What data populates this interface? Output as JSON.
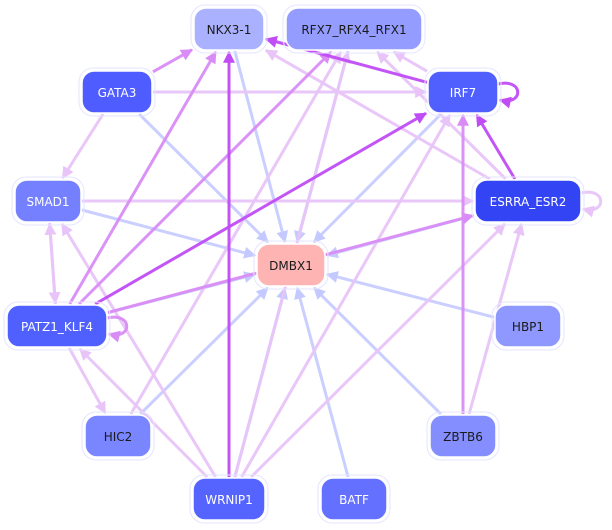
{
  "graph": {
    "type": "directed-regulatory-network",
    "nodes": [
      {
        "id": "NKX3-1",
        "label": "NKX3-1",
        "fill": "#aab2ff",
        "text_color": "#1a1a1a"
      },
      {
        "id": "RFX7_RFX4_RFX1",
        "label": "RFX7_RFX4_RFX1",
        "fill": "#949cff",
        "text_color": "#1a1a1a"
      },
      {
        "id": "GATA3",
        "label": "GATA3",
        "fill": "#4f5cff",
        "text_color": "#ffffff"
      },
      {
        "id": "IRF7",
        "label": "IRF7",
        "fill": "#5060ff",
        "text_color": "#ffffff"
      },
      {
        "id": "SMAD1",
        "label": "SMAD1",
        "fill": "#7480ff",
        "text_color": "#ffffff"
      },
      {
        "id": "ESRRA_ESR2",
        "label": "ESRRA_ESR2",
        "fill": "#3344f5",
        "text_color": "#ffffff"
      },
      {
        "id": "DMBX1",
        "label": "DMBX1",
        "fill": "#ffb4b4",
        "text_color": "#1a1a1a"
      },
      {
        "id": "PATZ1_KLF4",
        "label": "PATZ1_KLF4",
        "fill": "#5060ff",
        "text_color": "#ffffff"
      },
      {
        "id": "HBP1",
        "label": "HBP1",
        "fill": "#8e98ff",
        "text_color": "#1a1a1a"
      },
      {
        "id": "HIC2",
        "label": "HIC2",
        "fill": "#7a86ff",
        "text_color": "#1a1a1a"
      },
      {
        "id": "ZBTB6",
        "label": "ZBTB6",
        "fill": "#848eff",
        "text_color": "#1a1a1a"
      },
      {
        "id": "WRNIP1",
        "label": "WRNIP1",
        "fill": "#5564ff",
        "text_color": "#ffffff"
      },
      {
        "id": "BATF",
        "label": "BATF",
        "fill": "#6470ff",
        "text_color": "#ffffff"
      }
    ],
    "edge_colors": {
      "strong": "#c04cf5",
      "medium": "#d98cf5",
      "weak": "#e8c4f8",
      "blue": "#c4caff"
    },
    "edges": [
      {
        "from": "GATA3",
        "to": "NKX3-1",
        "kind": "medium"
      },
      {
        "from": "GATA3",
        "to": "IRF7",
        "kind": "weak"
      },
      {
        "from": "GATA3",
        "to": "DMBX1",
        "kind": "blue"
      },
      {
        "from": "GATA3",
        "to": "SMAD1",
        "kind": "weak"
      },
      {
        "from": "IRF7",
        "to": "IRF7",
        "kind": "strong"
      },
      {
        "from": "IRF7",
        "to": "NKX3-1",
        "kind": "strong"
      },
      {
        "from": "IRF7",
        "to": "RFX7_RFX4_RFX1",
        "kind": "weak"
      },
      {
        "from": "IRF7",
        "to": "DMBX1",
        "kind": "blue"
      },
      {
        "from": "ESRRA_ESR2",
        "to": "ESRRA_ESR2",
        "kind": "weak"
      },
      {
        "from": "ESRRA_ESR2",
        "to": "IRF7",
        "kind": "strong"
      },
      {
        "from": "ESRRA_ESR2",
        "to": "NKX3-1",
        "kind": "weak"
      },
      {
        "from": "ESRRA_ESR2",
        "to": "RFX7_RFX4_RFX1",
        "kind": "weak"
      },
      {
        "from": "ESRRA_ESR2",
        "to": "DMBX1",
        "kind": "blue"
      },
      {
        "from": "SMAD1",
        "to": "ESRRA_ESR2",
        "kind": "weak"
      },
      {
        "from": "SMAD1",
        "to": "DMBX1",
        "kind": "blue"
      },
      {
        "from": "SMAD1",
        "to": "PATZ1_KLF4",
        "kind": "weak"
      },
      {
        "from": "PATZ1_KLF4",
        "to": "PATZ1_KLF4",
        "kind": "medium"
      },
      {
        "from": "PATZ1_KLF4",
        "to": "SMAD1",
        "kind": "weak"
      },
      {
        "from": "PATZ1_KLF4",
        "to": "NKX3-1",
        "kind": "medium"
      },
      {
        "from": "PATZ1_KLF4",
        "to": "RFX7_RFX4_RFX1",
        "kind": "medium"
      },
      {
        "from": "PATZ1_KLF4",
        "to": "IRF7",
        "kind": "strong"
      },
      {
        "from": "PATZ1_KLF4",
        "to": "ESRRA_ESR2",
        "kind": "medium"
      },
      {
        "from": "PATZ1_KLF4",
        "to": "DMBX1",
        "kind": "blue"
      },
      {
        "from": "PATZ1_KLF4",
        "to": "HIC2",
        "kind": "weak"
      },
      {
        "from": "HBP1",
        "to": "DMBX1",
        "kind": "blue"
      },
      {
        "from": "HIC2",
        "to": "DMBX1",
        "kind": "blue"
      },
      {
        "from": "HIC2",
        "to": "RFX7_RFX4_RFX1",
        "kind": "weak"
      },
      {
        "from": "ZBTB6",
        "to": "DMBX1",
        "kind": "blue"
      },
      {
        "from": "ZBTB6",
        "to": "IRF7",
        "kind": "medium"
      },
      {
        "from": "ZBTB6",
        "to": "ESRRA_ESR2",
        "kind": "weak"
      },
      {
        "from": "WRNIP1",
        "to": "NKX3-1",
        "kind": "strong"
      },
      {
        "from": "WRNIP1",
        "to": "DMBX1",
        "kind": "blue"
      },
      {
        "from": "WRNIP1",
        "to": "IRF7",
        "kind": "weak"
      },
      {
        "from": "WRNIP1",
        "to": "RFX7_RFX4_RFX1",
        "kind": "weak"
      },
      {
        "from": "WRNIP1",
        "to": "ESRRA_ESR2",
        "kind": "weak"
      },
      {
        "from": "WRNIP1",
        "to": "SMAD1",
        "kind": "weak"
      },
      {
        "from": "WRNIP1",
        "to": "PATZ1_KLF4",
        "kind": "weak"
      },
      {
        "from": "BATF",
        "to": "DMBX1",
        "kind": "blue"
      },
      {
        "from": "NKX3-1",
        "to": "DMBX1",
        "kind": "blue"
      },
      {
        "from": "RFX7_RFX4_RFX1",
        "to": "DMBX1",
        "kind": "blue"
      }
    ]
  }
}
